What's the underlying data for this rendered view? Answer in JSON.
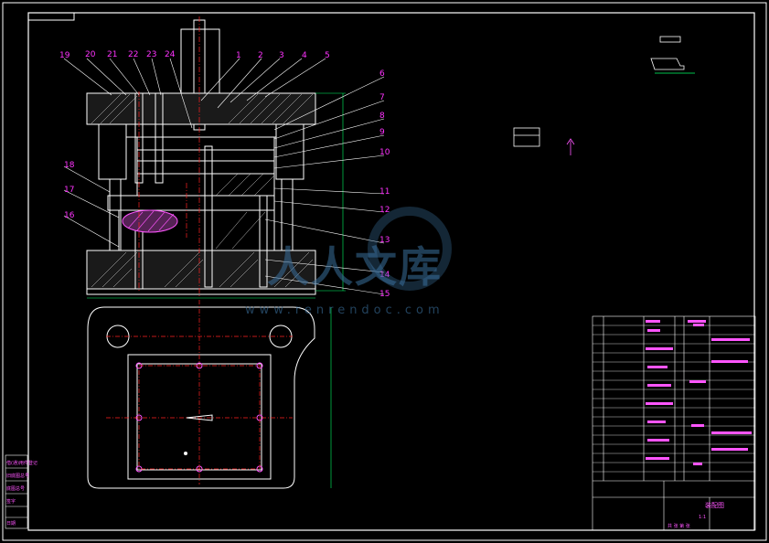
{
  "part_labels": [
    "1",
    "2",
    "3",
    "4",
    "5",
    "6",
    "7",
    "8",
    "9",
    "10",
    "11",
    "12",
    "13",
    "14",
    "15",
    "16",
    "17",
    "18",
    "19",
    "20",
    "21",
    "22",
    "23",
    "24"
  ],
  "watermark": {
    "text": "人人文库",
    "url": "www.renrendoc.com"
  },
  "title_block": {
    "drawing_title": "装配图",
    "scale": "1:1",
    "sheet_label": "共 张 第 张"
  },
  "left_strip": [
    "借(通)用件登记",
    "旧底图总号",
    "底图总号",
    "签字",
    "日期"
  ],
  "colors": {
    "background": "#000000",
    "outline": "#ffffff",
    "labels": "#ff33ff",
    "leaders": "#00ff66",
    "center": "#ff2222",
    "section": "#ff55ff"
  }
}
